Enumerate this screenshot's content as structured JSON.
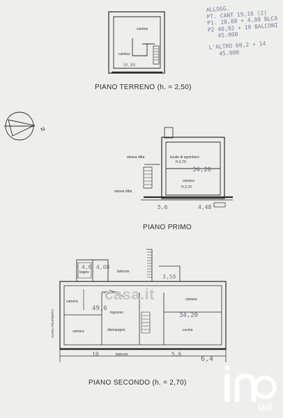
{
  "notes": {
    "lines": [
      "ALLOGG.",
      "PT. CANT 19,16 (2)",
      "P1. 28,88 + 4,88 BLCA",
      "P2 40,92 + 10 BALCONI",
      "45.000",
      "L'ALTRO 60,2 + 14",
      "45.000"
    ]
  },
  "compass": {
    "label": "N"
  },
  "ground_floor": {
    "title": "PIANO TERRENO (h. = 2,50)",
    "rooms": [
      "cantina",
      "cantina"
    ],
    "area": "10,88"
  },
  "first_floor": {
    "title": "PIANO PRIMO",
    "labels": [
      "stessa ditta",
      "stessa ditta",
      "locale di sgombero",
      "H 2,70",
      "camera",
      "H 2,70"
    ],
    "areas": [
      "34,20",
      "5,6",
      "4,48"
    ]
  },
  "second_floor": {
    "title": "PIANO SECONDO (h. = 2,70)",
    "labels": [
      "bagno",
      "balcone",
      "camera",
      "ingresso",
      "disimpegno",
      "camera",
      "camera",
      "cucina",
      "balcone",
      "ALTRA PROPRIETA'",
      "soggiorno"
    ],
    "areas": [
      "4,6",
      "4,08",
      "3,59",
      "49,6",
      "34,20",
      "10",
      "5,6",
      "6,4"
    ]
  },
  "watermark": {
    "text": "casa.it"
  },
  "brand": {
    "text": "iad"
  }
}
